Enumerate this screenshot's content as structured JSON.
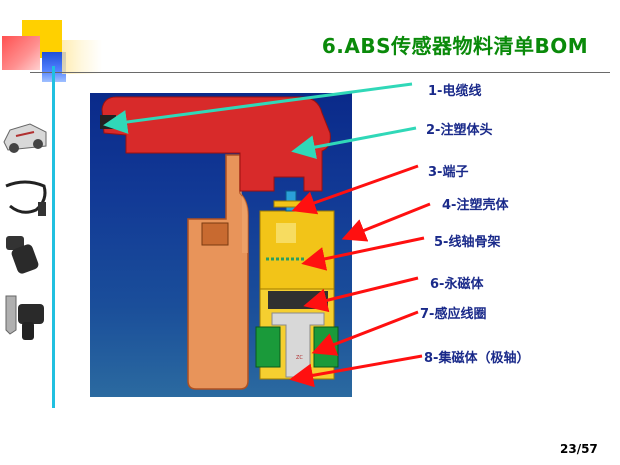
{
  "slide": {
    "title": "6.ABS传感器物料清单BOM",
    "page_number": "23/57"
  },
  "bom_labels": [
    "1-电缆线",
    "2-注塑体头",
    "3-端子",
    "4-注塑壳体",
    "5-线轴骨架",
    "6-永磁体",
    "7-感应线圈",
    "8-集磁体（极轴）"
  ],
  "diagram": {
    "tiny_mark": "ZC",
    "arrow_colors": {
      "cable": "#30d8b8",
      "overmold": "#30d8b8",
      "others": "#ff1010"
    }
  },
  "thumbnails": [
    "car-chassis-image",
    "abs-sensor-cable-image",
    "black-sensor-image",
    "bracket-sensor-image"
  ],
  "colors": {
    "title": "#0a8a0a",
    "labels": "#1a2a8a",
    "accent_line": "#20c0e0"
  }
}
